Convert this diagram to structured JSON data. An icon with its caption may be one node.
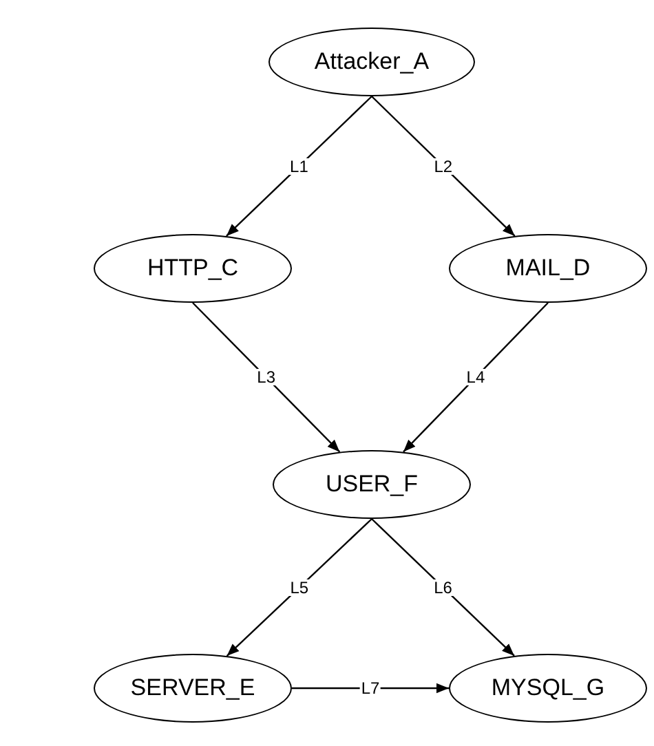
{
  "diagram": {
    "nodes": [
      {
        "text": [
          "Attacker_A"
        ]
      },
      {
        "text": [
          "HTTP_C"
        ]
      },
      {
        "text": [
          "MAIL_D"
        ]
      },
      {
        "text": [
          "USER_F"
        ]
      },
      {
        "text": [
          "SERVER_E"
        ]
      },
      {
        "text": [
          "MYSQL_G"
        ]
      }
    ],
    "edges": [
      {
        "from": 0,
        "to": 1,
        "arrow": "to",
        "label": "L1"
      },
      {
        "from": 0,
        "to": 2,
        "arrow": "to",
        "label": "L2"
      },
      {
        "from": 1,
        "to": 3,
        "arrow": "to",
        "label": "L3"
      },
      {
        "from": 2,
        "to": 3,
        "arrow": "to",
        "label": "L4"
      },
      {
        "from": 3,
        "to": 4,
        "arrow": "to",
        "label": "L5"
      },
      {
        "from": 3,
        "to": 5,
        "arrow": "to",
        "label": "L6"
      },
      {
        "from": 4,
        "to": 5,
        "arrow": "to",
        "label": "L7"
      }
    ]
  }
}
